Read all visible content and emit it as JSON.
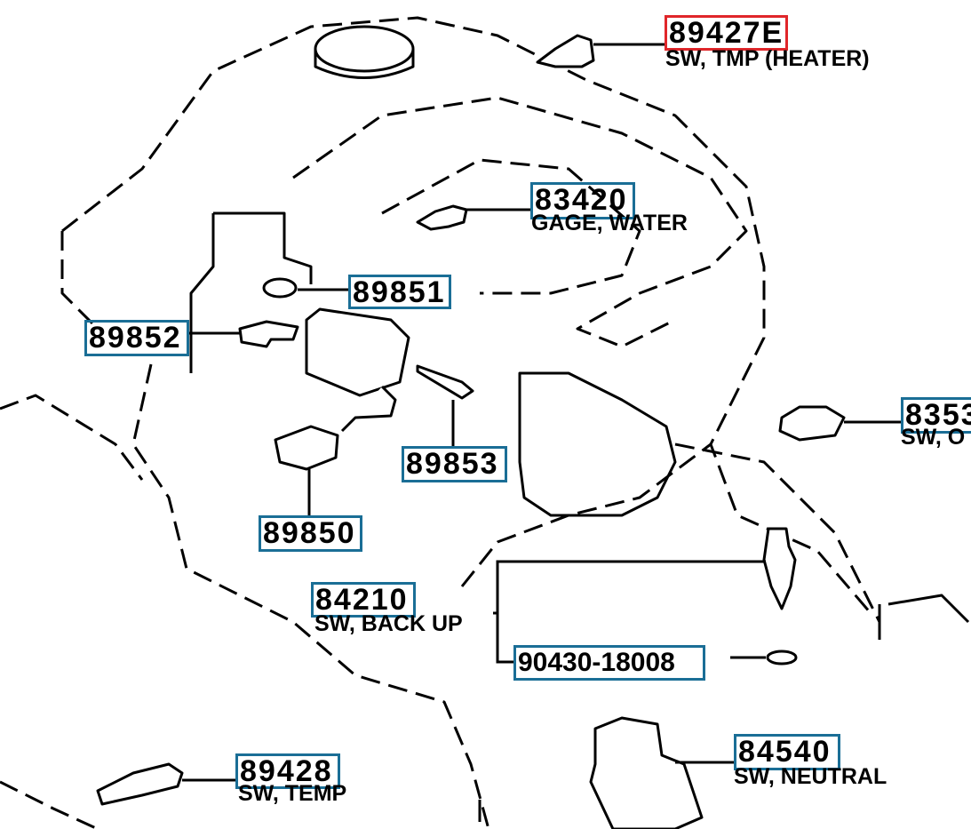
{
  "colors": {
    "callout_border": "#1a6e96",
    "selected_border": "#e0262a"
  },
  "parts": [
    {
      "number": "89427E",
      "description": "SW, TMP (HEATER)",
      "selected": true
    },
    {
      "number": "83420",
      "description": "GAGE, WATER"
    },
    {
      "number": "89851",
      "description": ""
    },
    {
      "number": "89852",
      "description": ""
    },
    {
      "number": "89853",
      "description": ""
    },
    {
      "number": "89850",
      "description": ""
    },
    {
      "number": "84210",
      "description": "SW, BACK UP"
    },
    {
      "number": "90430-18008",
      "description": ""
    },
    {
      "number": "84540",
      "description": "SW, NEUTRAL"
    },
    {
      "number": "89428",
      "description": "SW, TEMP"
    },
    {
      "number": "8353",
      "description": "SW, O"
    }
  ]
}
